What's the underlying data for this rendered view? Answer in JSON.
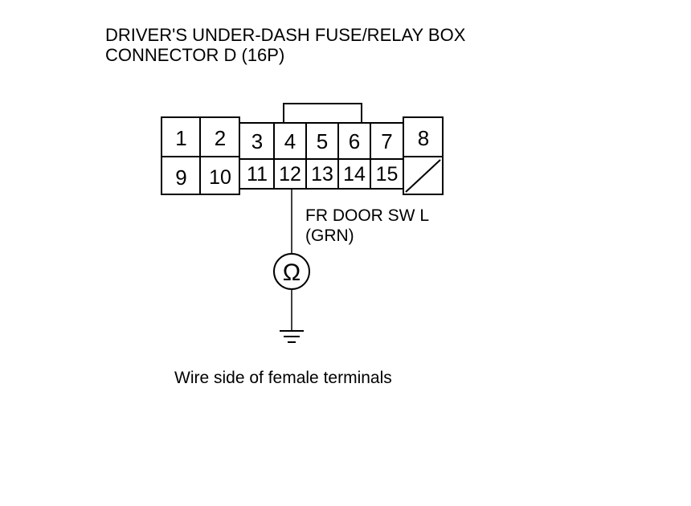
{
  "title": {
    "line1": "DRIVER'S UNDER-DASH FUSE/RELAY BOX",
    "line2": "CONNECTOR D (16P)"
  },
  "connector": {
    "top_row": [
      "1",
      "2",
      "3",
      "4",
      "5",
      "6",
      "7",
      "8"
    ],
    "bottom_row": [
      "9",
      "10",
      "11",
      "12",
      "13",
      "14",
      "15"
    ],
    "probed_terminal": "12"
  },
  "wire": {
    "label": "FR DOOR SW L",
    "color": "(GRN)"
  },
  "meter": {
    "symbol": "Ω"
  },
  "caption": "Wire side of female terminals"
}
